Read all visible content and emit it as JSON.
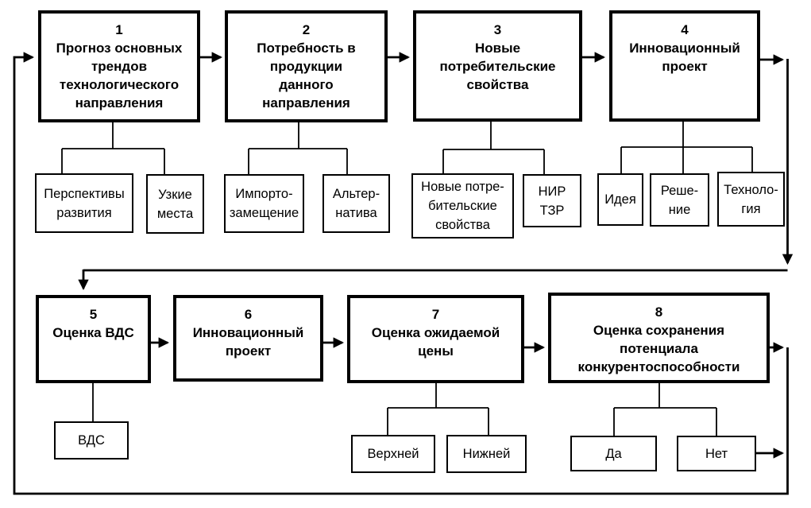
{
  "diagram": {
    "background_color": "#ffffff",
    "line_color": "#000000",
    "stages": [
      {
        "number": "1",
        "label": "Прогноз основных\nтрендов\nтехнологического\nнаправления"
      },
      {
        "number": "2",
        "label": "Потребность в\nпродукции\nданного\nнаправления"
      },
      {
        "number": "3",
        "label": "Новые\nпотребительские\nсвойства"
      },
      {
        "number": "4",
        "label": "Инновационный\nпроект"
      },
      {
        "number": "5",
        "label": "Оценка ВДС"
      },
      {
        "number": "6",
        "label": "Инновационный\nпроект"
      },
      {
        "number": "7",
        "label": "Оценка ожидаемой\nцены"
      },
      {
        "number": "8",
        "label": "Оценка сохранения\nпотенциала\nконкурентоспособности"
      }
    ],
    "subs": [
      {
        "label": "Перспективы\nразвития"
      },
      {
        "label": "Узкие\nместа"
      },
      {
        "label": "Импорто-\nзамещение"
      },
      {
        "label": "Альтер-\nнатива"
      },
      {
        "label": "Новые потре-\nбительские\nсвойства"
      },
      {
        "label": "НИР\nТЗР"
      },
      {
        "label": "Идея"
      },
      {
        "label": "Реше-\nние"
      },
      {
        "label": "Техноло-\nгия"
      },
      {
        "label": "ВДС"
      },
      {
        "label": "Верхней"
      },
      {
        "label": "Нижней"
      },
      {
        "label": "Да"
      },
      {
        "label": "Нет"
      }
    ]
  }
}
